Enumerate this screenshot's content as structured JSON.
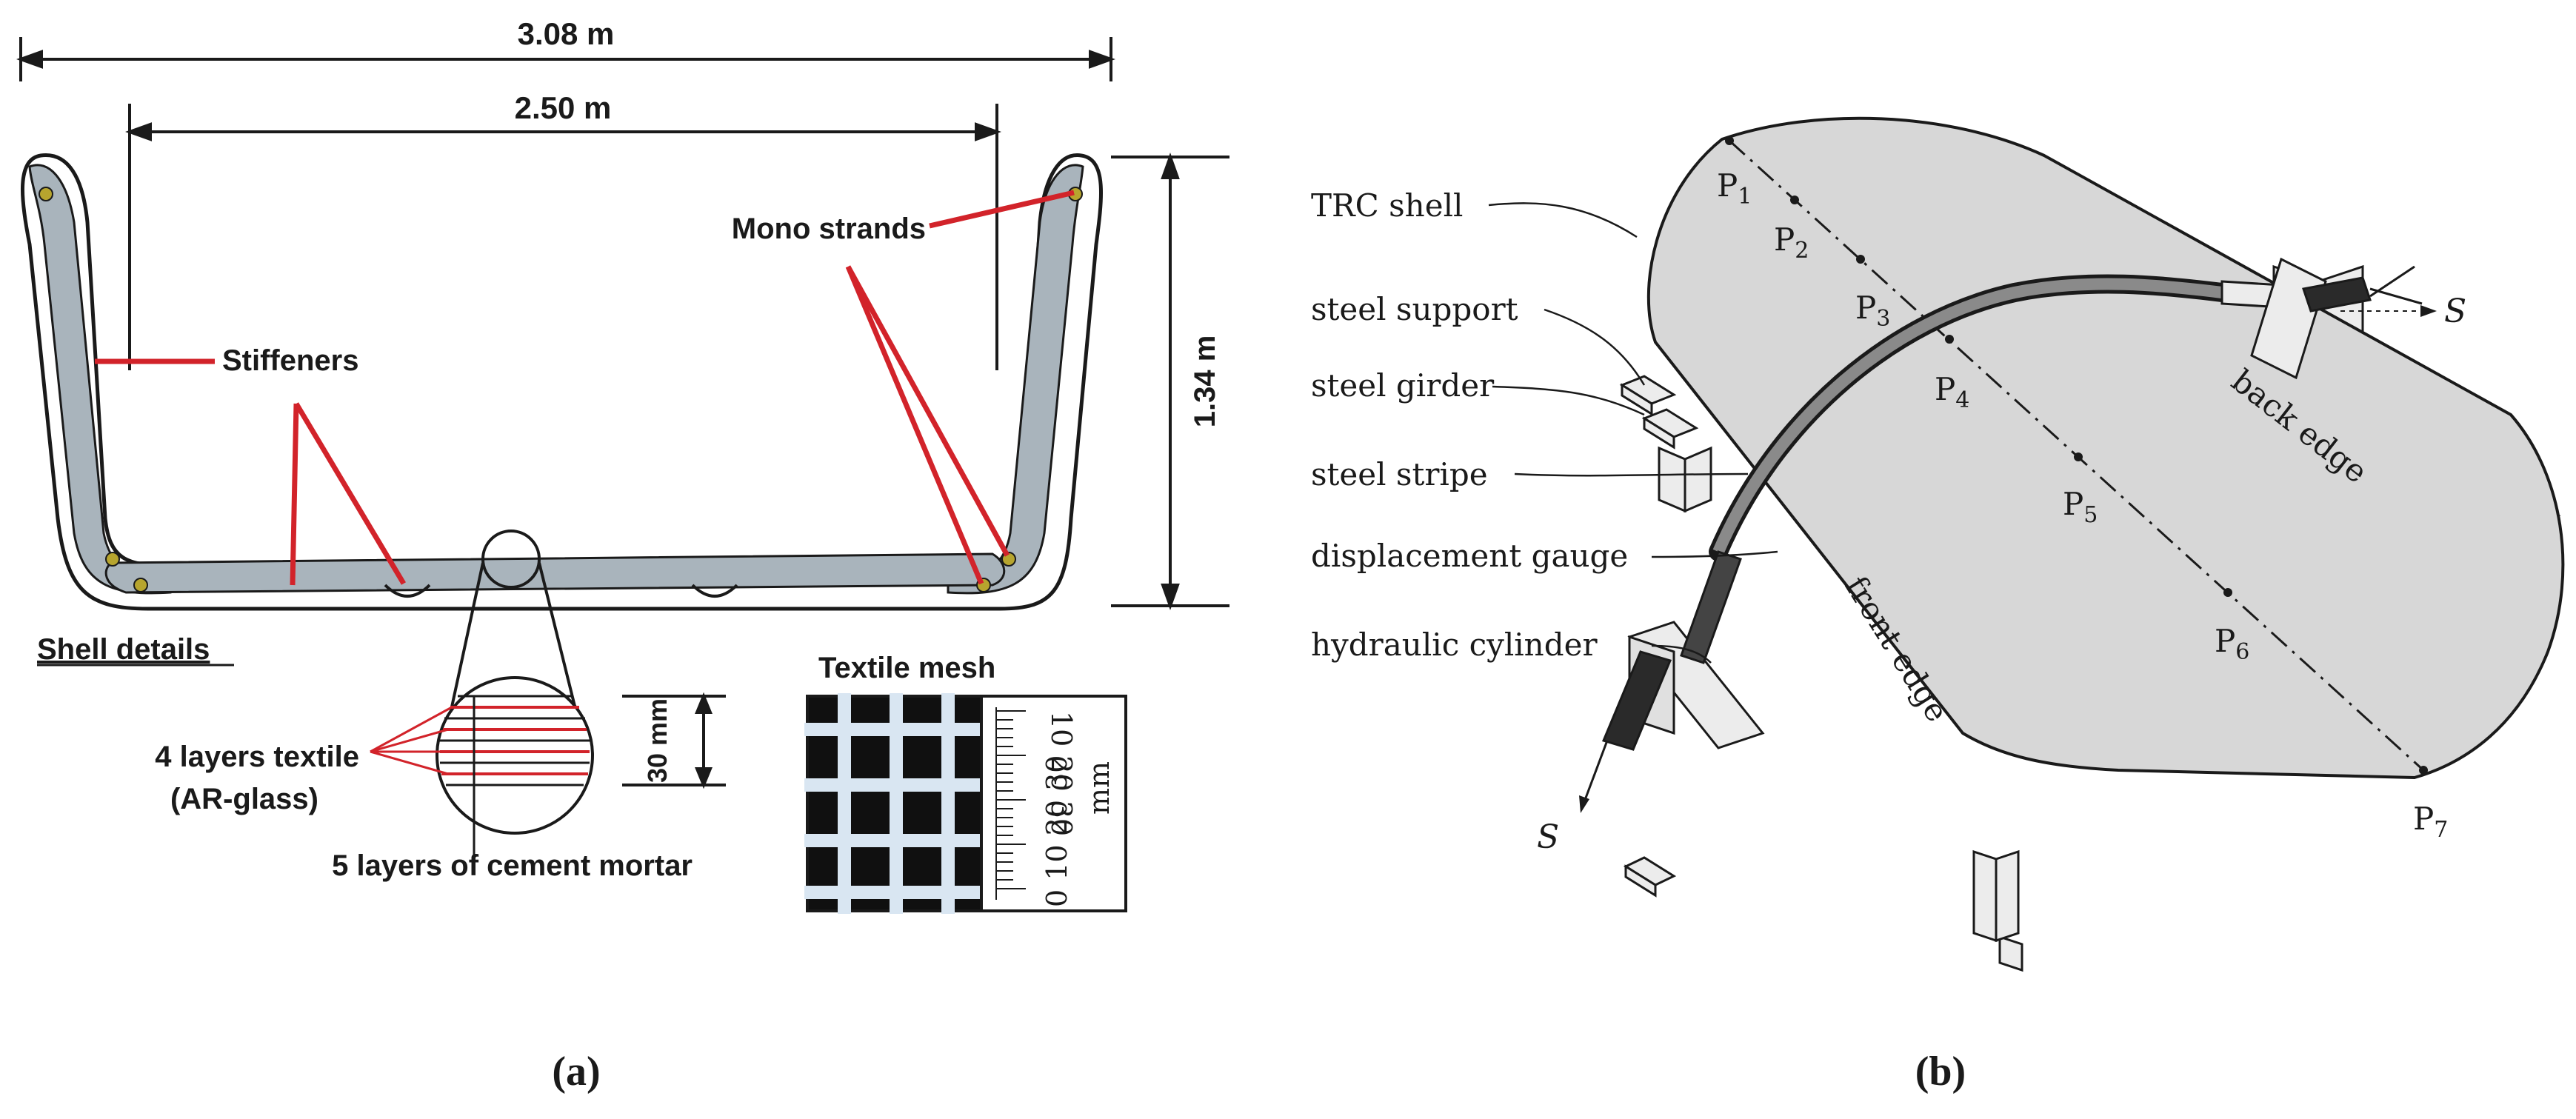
{
  "panel_a": {
    "dim_outer": "3.08 m",
    "dim_inner": "2.50 m",
    "dim_height": "1.34 m",
    "label_mono_strands": "Mono strands",
    "label_stiffeners": "Stiffeners",
    "label_shell_details": "Shell details",
    "label_textile_mesh": "Textile mesh",
    "label_layers_textile_1": "4 layers textile",
    "label_layers_textile_2": "(AR-glass)",
    "label_cement": "5 layers of cement mortar",
    "dim_30mm": "30 mm",
    "scale_text": "0 10 20 30",
    "scale_unit": "mm",
    "scale_text_top": "10 20 30",
    "caption": "(a)"
  },
  "panel_b": {
    "label_trc_shell": "TRC shell",
    "label_steel_support": "steel support",
    "label_steel_girder": "steel girder",
    "label_steel_stripe": "steel stripe",
    "label_displacement_gauge": "displacement gauge",
    "label_hydraulic_cylinder": "hydraulic cylinder",
    "label_back_edge": "back edge",
    "label_front_edge": "front edge",
    "label_s": "S",
    "points": [
      {
        "main": "P",
        "sub": "1"
      },
      {
        "main": "P",
        "sub": "2"
      },
      {
        "main": "P",
        "sub": "3"
      },
      {
        "main": "P",
        "sub": "4"
      },
      {
        "main": "P",
        "sub": "5"
      },
      {
        "main": "P",
        "sub": "6"
      },
      {
        "main": "P",
        "sub": "7"
      }
    ],
    "caption": "(b)"
  },
  "colors": {
    "shell_fill": "#d7d7d7",
    "stiffener_fill": "#a9b4bc",
    "red": "#d2232a",
    "strand": "#b7a52e",
    "line": "#1a1a1a"
  }
}
